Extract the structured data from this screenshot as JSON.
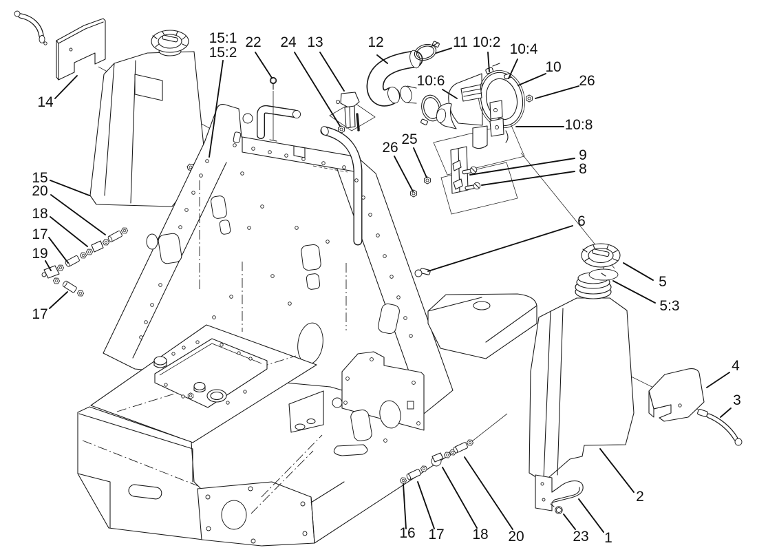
{
  "meta": {
    "description": "Exploded-view parts diagram: frame, fuel tanks, air cleaner and fittings",
    "background_color": "#ffffff",
    "line_color": "#1c1c1c",
    "label_color": "#111111"
  },
  "callouts": [
    {
      "id": "c14",
      "text": "14"
    },
    {
      "id": "c15-1",
      "text": "15:1"
    },
    {
      "id": "c15-2",
      "text": "15:2"
    },
    {
      "id": "c22",
      "text": "22"
    },
    {
      "id": "c24",
      "text": "24"
    },
    {
      "id": "c13",
      "text": "13"
    },
    {
      "id": "c12",
      "text": "12"
    },
    {
      "id": "c11",
      "text": "11"
    },
    {
      "id": "c10-2",
      "text": "10:2"
    },
    {
      "id": "c10-4",
      "text": "10:4"
    },
    {
      "id": "c10",
      "text": "10"
    },
    {
      "id": "c26a",
      "text": "26"
    },
    {
      "id": "c10-6",
      "text": "10:6"
    },
    {
      "id": "c10-8",
      "text": "10:8"
    },
    {
      "id": "c25",
      "text": "25"
    },
    {
      "id": "c26b",
      "text": "26"
    },
    {
      "id": "c9",
      "text": "9"
    },
    {
      "id": "c8",
      "text": "8"
    },
    {
      "id": "c6",
      "text": "6"
    },
    {
      "id": "c5",
      "text": "5"
    },
    {
      "id": "c5-3",
      "text": "5:3"
    },
    {
      "id": "c4",
      "text": "4"
    },
    {
      "id": "c3",
      "text": "3"
    },
    {
      "id": "c2",
      "text": "2"
    },
    {
      "id": "c1",
      "text": "1"
    },
    {
      "id": "c23",
      "text": "23"
    },
    {
      "id": "c16",
      "text": "16"
    },
    {
      "id": "c17b",
      "text": "17"
    },
    {
      "id": "c18b",
      "text": "18"
    },
    {
      "id": "c20b",
      "text": "20"
    },
    {
      "id": "c15",
      "text": "15"
    },
    {
      "id": "c20L",
      "text": "20"
    },
    {
      "id": "c18L",
      "text": "18"
    },
    {
      "id": "c17L",
      "text": "17"
    },
    {
      "id": "c19",
      "text": "19"
    },
    {
      "id": "c17c",
      "text": "17"
    }
  ]
}
